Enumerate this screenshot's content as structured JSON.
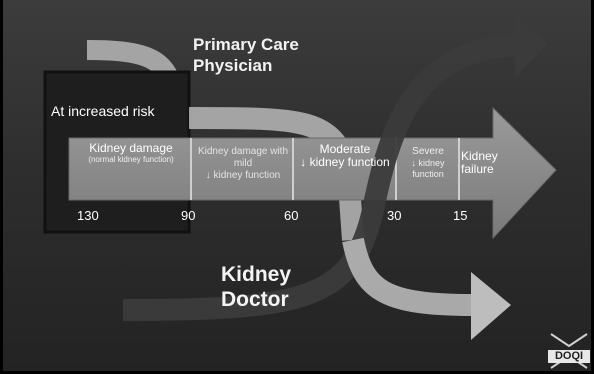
{
  "header_title_fragment": "",
  "primary_care": {
    "line1": "Primary Care",
    "line2": "Physician"
  },
  "kidney_doctor": {
    "line1": "Kidney",
    "line2": "Doctor"
  },
  "at_increased_risk": "At increased risk",
  "stages": [
    {
      "title": "Kidney damage",
      "subtitle": "(normal kidney function)"
    },
    {
      "title": "Kidney damage with mild",
      "subtitle": "↓ kidney function"
    },
    {
      "title": "Moderate",
      "subtitle": "↓ kidney function"
    },
    {
      "title": "Severe",
      "subtitle": "↓ kidney function"
    },
    {
      "title": "Kidney",
      "subtitle": "failure"
    }
  ],
  "gfr_values": [
    "130",
    "90",
    "60",
    "30",
    "15"
  ],
  "logo": {
    "text": "DOQI"
  },
  "colors": {
    "arrow": "#8c8c8c",
    "primary_care_band": "#bdbdbd",
    "kidney_band": "#3a3a3a",
    "risk_box": "#1a1a1a"
  }
}
